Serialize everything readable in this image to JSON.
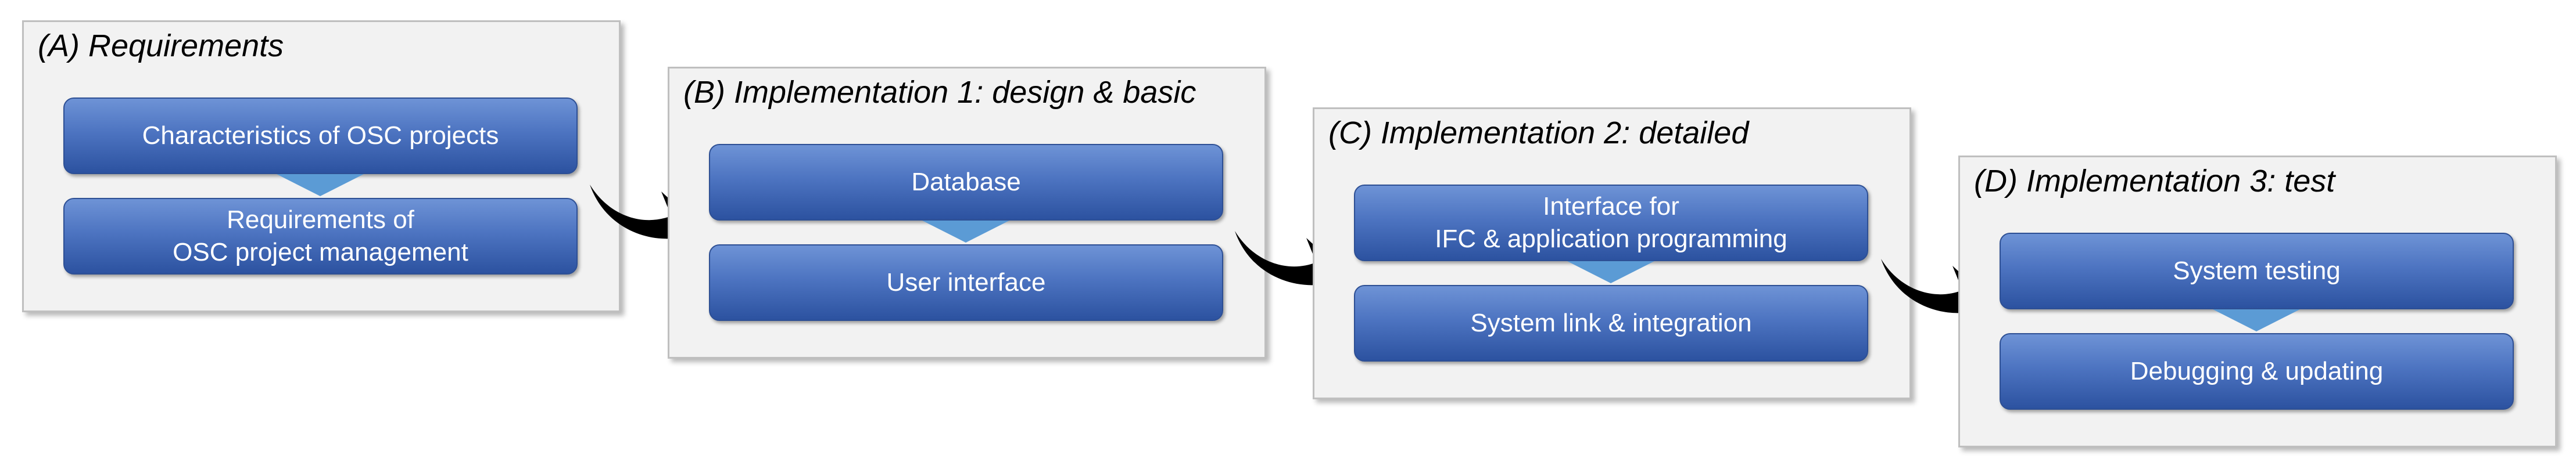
{
  "colors": {
    "panel_fill": "#f2f2f2",
    "panel_border": "#bfbfbf",
    "step_gradient_top": "#6e93d6",
    "step_gradient_bottom": "#2c52a0",
    "connector": "#5b9bd5",
    "flow_arrow": "#000000"
  },
  "panels": [
    {
      "title": "(A) Requirements",
      "steps": [
        "Characteristics of OSC projects",
        "Requirements of\nOSC project management"
      ]
    },
    {
      "title": "(B) Implementation 1: design & basic",
      "steps": [
        "Database",
        "User interface"
      ]
    },
    {
      "title": "(C) Implementation 2: detailed",
      "steps": [
        "Interface for\nIFC & application programming",
        "System link & integration"
      ]
    },
    {
      "title": "(D) Implementation 3: test",
      "steps": [
        "System testing",
        "Debugging & updating"
      ]
    }
  ]
}
